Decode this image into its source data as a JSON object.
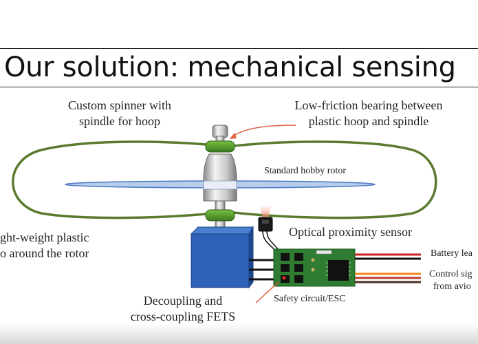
{
  "title": "Our solution: mechanical sensing",
  "labels": {
    "spinner": [
      "Custom spinner with",
      "spindle for hoop"
    ],
    "bearing": [
      "Low-friction bearing between",
      "plastic hoop and spindle"
    ],
    "rotor": "Standard hobby rotor",
    "hoop": [
      "ght-weight plastic",
      "o around the rotor"
    ],
    "optical": "Optical proximity sensor",
    "battery": "Battery lea",
    "control": [
      "Control sig",
      "from avio"
    ],
    "safety": "Safety circuit/ESC",
    "fets": [
      "Decoupling and",
      "cross-coupling FETS"
    ]
  },
  "colors": {
    "hoop": "#5a7a2e",
    "bearing": "#5aa02a",
    "blade": "#b9cdea",
    "motor": "#2e62b8",
    "board": "#2f7d32",
    "sensor_beam": "#f2a08a",
    "arrow": "#e06040",
    "wire_red": "#d22020",
    "wire_orange": "#f08a1e",
    "wire_black": "#111111"
  }
}
